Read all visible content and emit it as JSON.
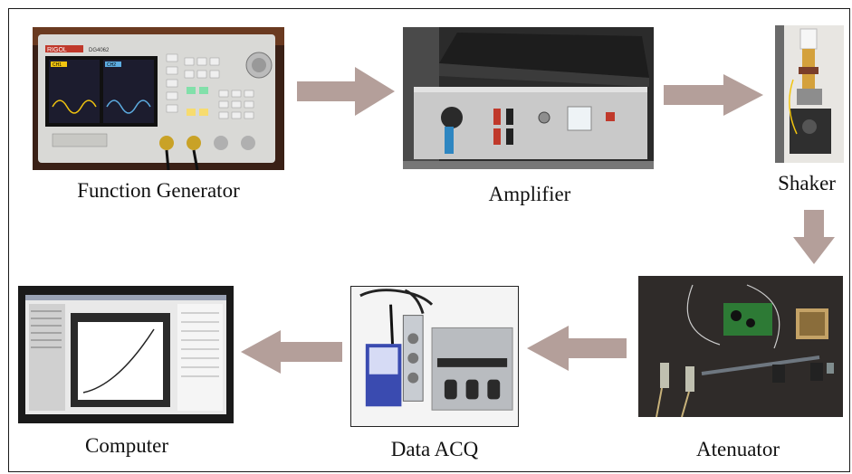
{
  "nodes": {
    "function_generator": {
      "label": "Function Generator"
    },
    "amplifier": {
      "label": "Amplifier"
    },
    "shaker": {
      "label": "Shaker"
    },
    "atenuator": {
      "label": "Atenuator"
    },
    "data_acq": {
      "label": "Data ACQ"
    },
    "computer": {
      "label": "Computer"
    }
  },
  "instrument_text": {
    "brand": "RIGOL",
    "model": "DG4062",
    "ch1": "CH1",
    "ch2": "CH2"
  },
  "colors": {
    "arrow": "#b49f9a",
    "frame": "#1a1a1a",
    "background": "#ffffff"
  },
  "flow": [
    "function_generator -> amplifier",
    "amplifier -> shaker",
    "shaker -> atenuator",
    "atenuator -> data_acq",
    "data_acq -> computer"
  ]
}
